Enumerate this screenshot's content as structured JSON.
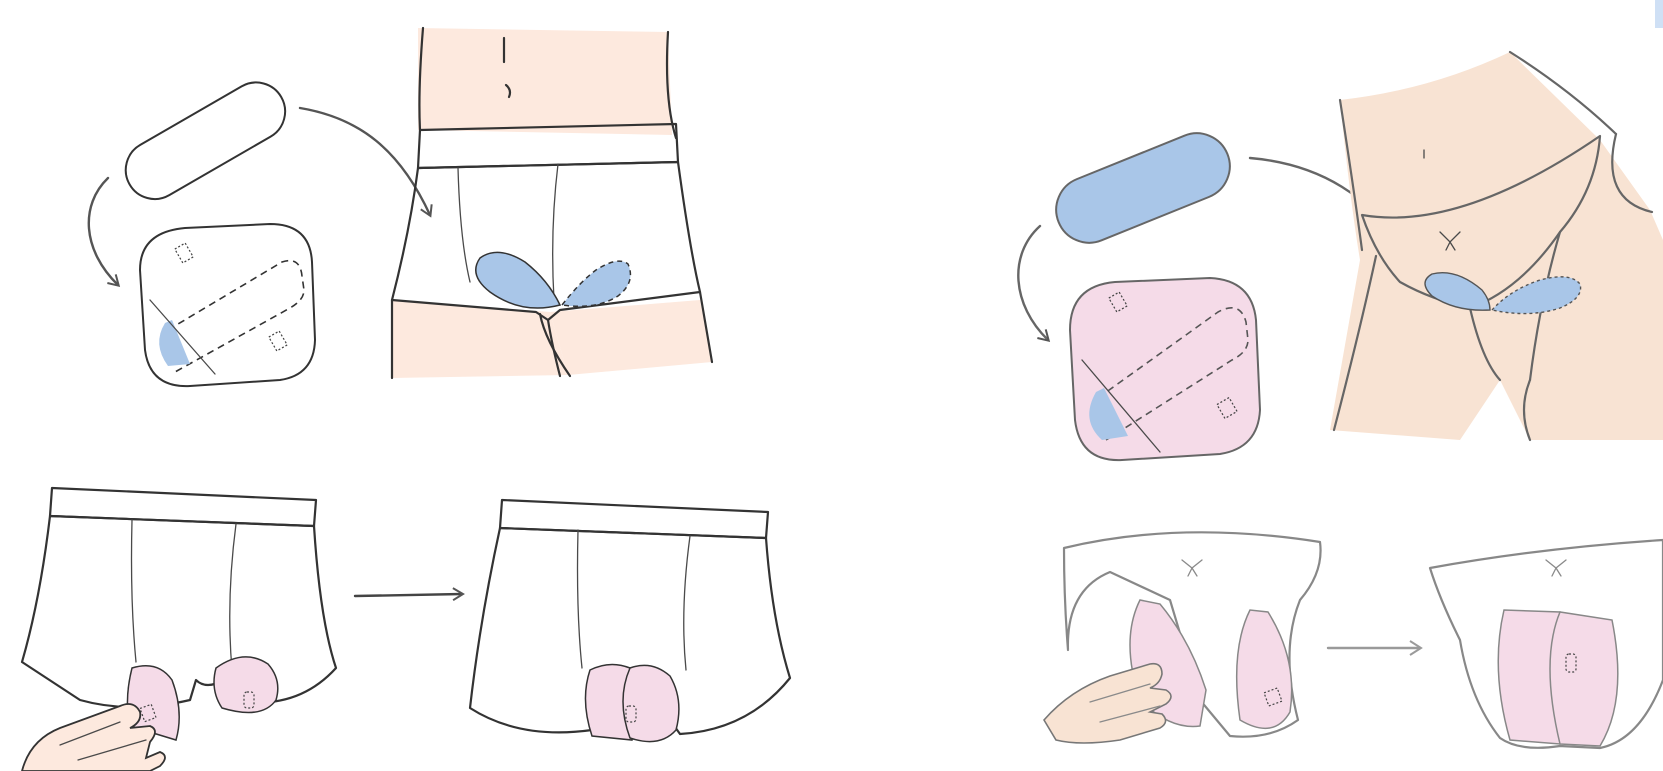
{
  "colors": {
    "pad_blue": "#a9c6e8",
    "liner_pink": "#f5dbe8",
    "skin": "#fde9de",
    "skin_right": "#f8e3d3",
    "outline": "#333333",
    "arrow": "#555555",
    "accent_corner": "#cfe0f5"
  },
  "panels": [
    {
      "id": "boxer-step-1",
      "icons": [
        "pad-icon",
        "liner-icon",
        "wearer-boxer-icon",
        "arrow-icon"
      ]
    },
    {
      "id": "boxer-step-2",
      "icons": [
        "hand-icon",
        "boxer-icon",
        "arrow-icon",
        "boxer-folded-icon"
      ]
    },
    {
      "id": "brief-step-1",
      "icons": [
        "pad-icon",
        "liner-icon",
        "wearer-brief-icon",
        "arrow-icon"
      ]
    },
    {
      "id": "brief-step-2",
      "icons": [
        "hand-icon",
        "brief-icon",
        "arrow-icon",
        "brief-folded-icon"
      ]
    }
  ]
}
